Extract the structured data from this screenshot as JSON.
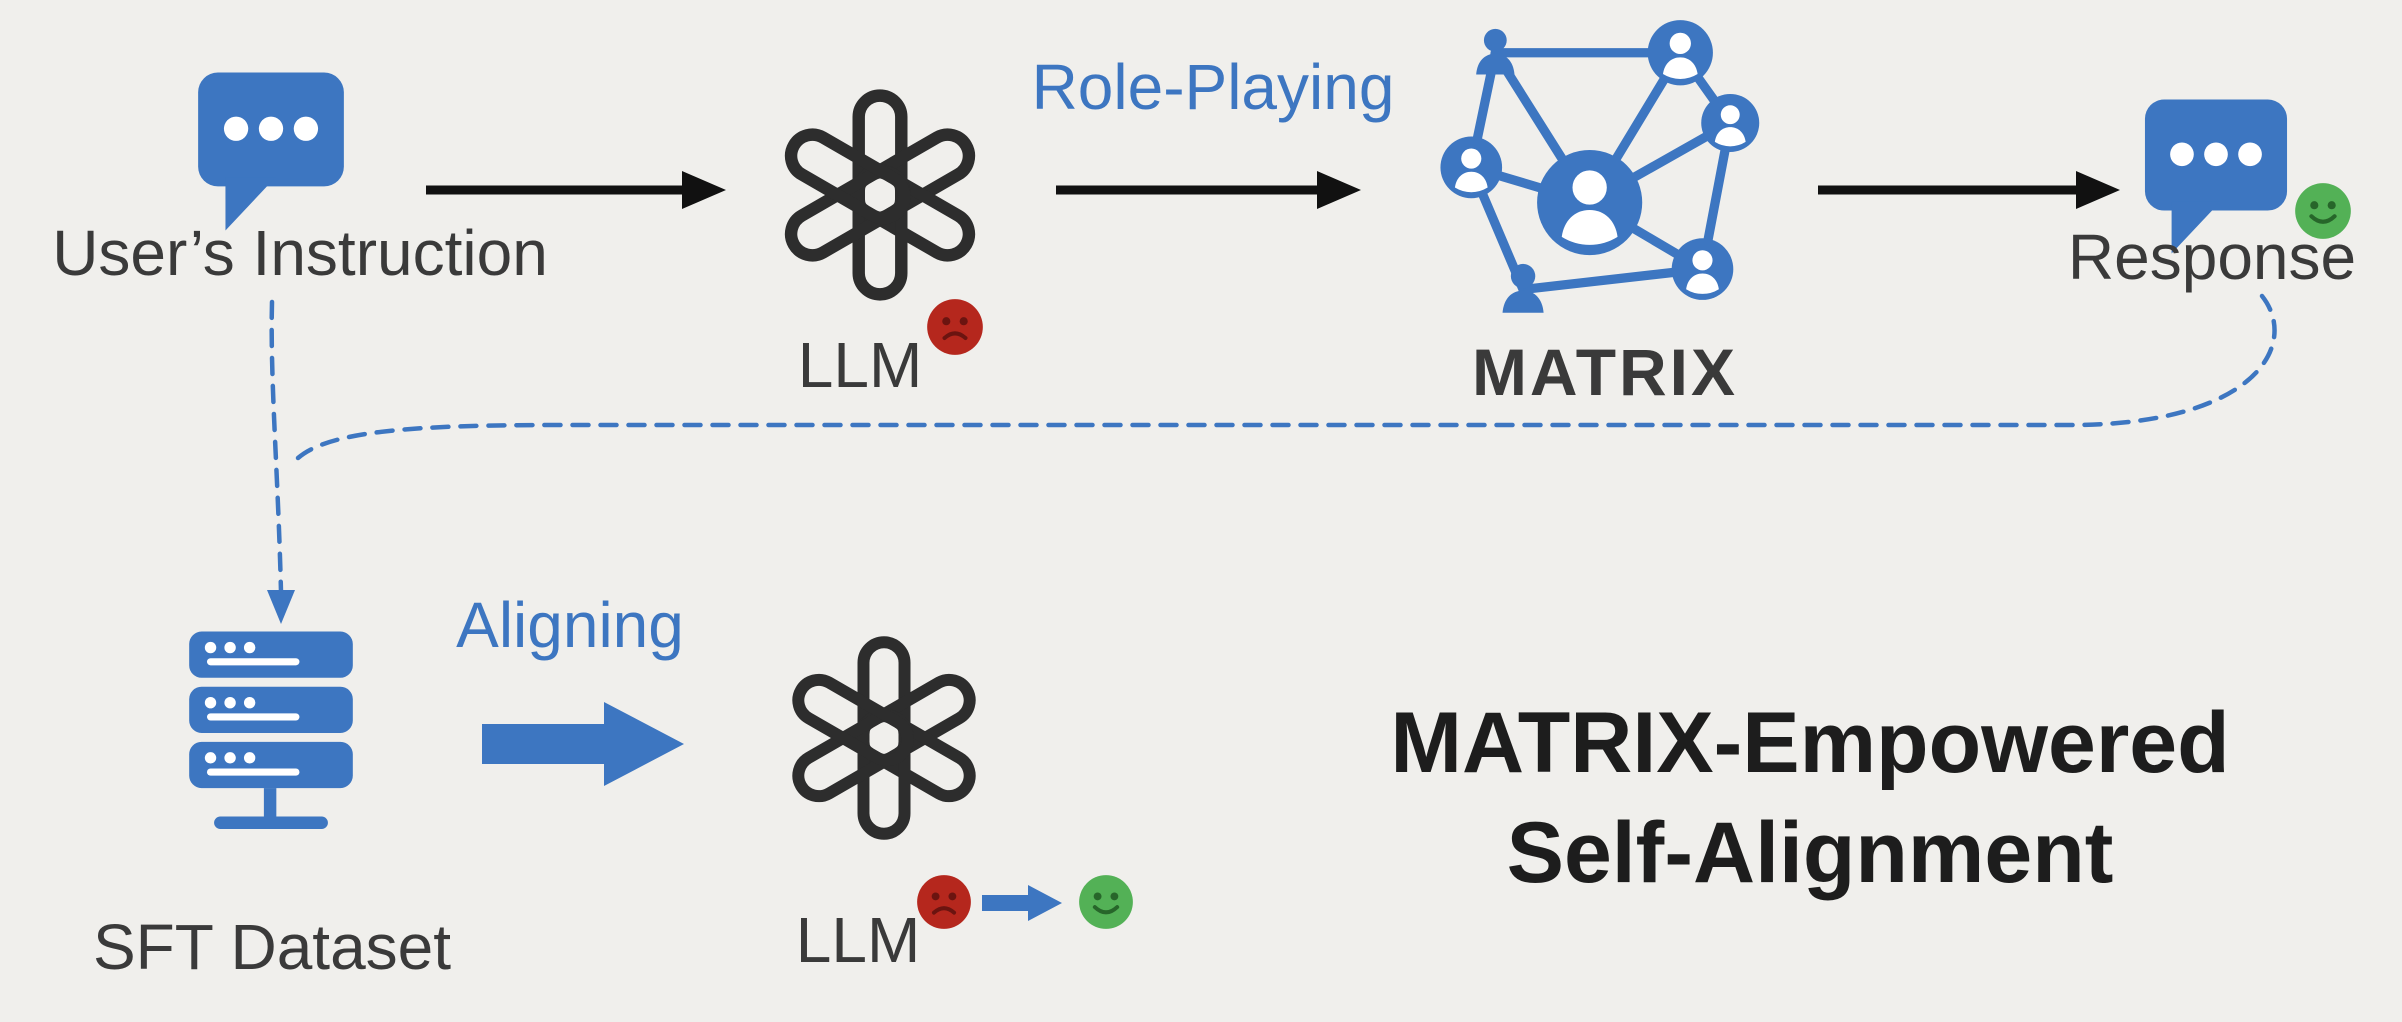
{
  "colors": {
    "background": "#f0efec",
    "blue": "#3d76c1",
    "dark_text": "#3a3a3a",
    "title_text": "#1d1d1d",
    "arrow_black": "#111111",
    "sad_red": "#b5271d",
    "happy_green": "#53b156",
    "openai_dark": "#2d2d2d"
  },
  "flow_top": {
    "user_instruction": {
      "label": "User’s Instruction",
      "icon": "chat-bubble-icon"
    },
    "llm": {
      "label": "LLM",
      "icon": "openai-logo-icon",
      "status_icon": "sad-face-icon"
    },
    "role_playing": {
      "label": "Role-Playing"
    },
    "matrix": {
      "label": "MATRIX",
      "icon": "agent-network-icon"
    },
    "response": {
      "label": "Response",
      "icon": "chat-bubble-icon",
      "status_icon": "happy-face-icon"
    }
  },
  "flow_bottom": {
    "sft_dataset": {
      "label": "SFT Dataset",
      "icon": "server-stack-icon"
    },
    "aligning": {
      "label": "Aligning"
    },
    "llm": {
      "label": "LLM",
      "icon": "openai-logo-icon",
      "before_icon": "sad-face-icon",
      "after_icon": "happy-face-icon"
    },
    "caption": {
      "line1": "MATRIX-Empowered",
      "line2": "Self-Alignment"
    }
  }
}
